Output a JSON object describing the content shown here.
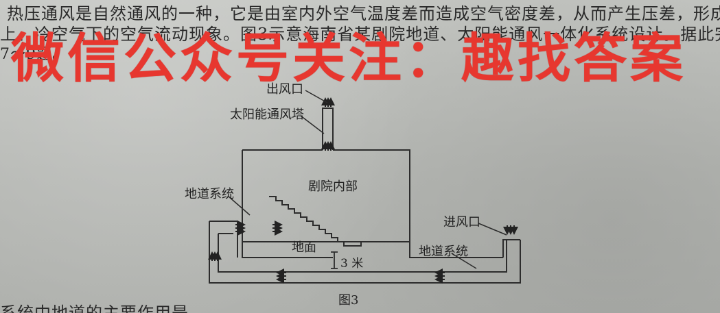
{
  "paragraph": {
    "line1": "热压通风是自然通风的一种，它是由室内外空气温度差而造成空气密度差，从而产生压差，形成热气向",
    "line2": "上、冷空气下的空气流动现象。图3示意海南省某剧院地道、太阳能通风一体化系统设计。据此完成",
    "line3": "7～9题。",
    "bottom_line": "系统中地道的主要作用是"
  },
  "watermark": {
    "text": "微信公众号关注：趣找答案",
    "color": "#e7372f"
  },
  "figure": {
    "caption": "图3",
    "labels": {
      "outlet": "出风口",
      "solar_tower": "太阳能通风塔",
      "theater_interior": "剧院内部",
      "underground_system_left": "地道系统",
      "ground": "地面",
      "depth": "3 米",
      "inlet": "进风口",
      "underground_system_right": "地道系统"
    }
  }
}
